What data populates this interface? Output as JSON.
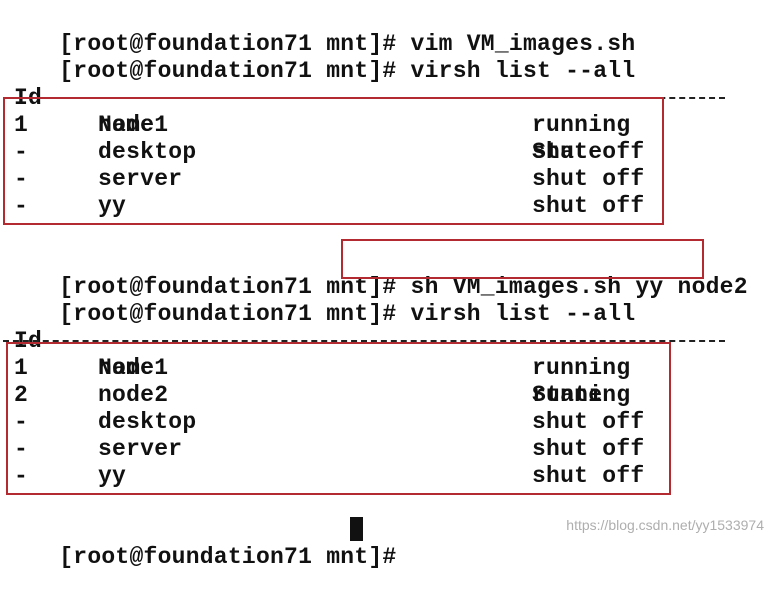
{
  "terminal": {
    "prompt": "[root@foundation71 mnt]# ",
    "commands": {
      "vim": "vim VM_images.sh",
      "list1": "virsh list --all",
      "sh": "sh VM_images.sh yy node2",
      "list2": "virsh list --all"
    },
    "table_header": {
      "id": "Id",
      "name": "Name",
      "state": "State"
    },
    "separator": "-----------------------------------------------------",
    "list1_rows": [
      {
        "id": "1",
        "name": "node1",
        "state": "running"
      },
      {
        "id": "-",
        "name": "desktop",
        "state": "shut off"
      },
      {
        "id": "-",
        "name": "server",
        "state": "shut off"
      },
      {
        "id": "-",
        "name": "yy",
        "state": "shut off"
      }
    ],
    "list2_rows": [
      {
        "id": "1",
        "name": "node1",
        "state": "running"
      },
      {
        "id": "2",
        "name": "node2",
        "state": "running"
      },
      {
        "id": "-",
        "name": "desktop",
        "state": "shut off"
      },
      {
        "id": "-",
        "name": "server",
        "state": "shut off"
      },
      {
        "id": "-",
        "name": "yy",
        "state": "shut off"
      }
    ]
  },
  "watermark": "https://blog.csdn.net/yy1533974",
  "colors": {
    "highlight": "#b32b30",
    "text": "#111111",
    "background": "#ffffff"
  }
}
